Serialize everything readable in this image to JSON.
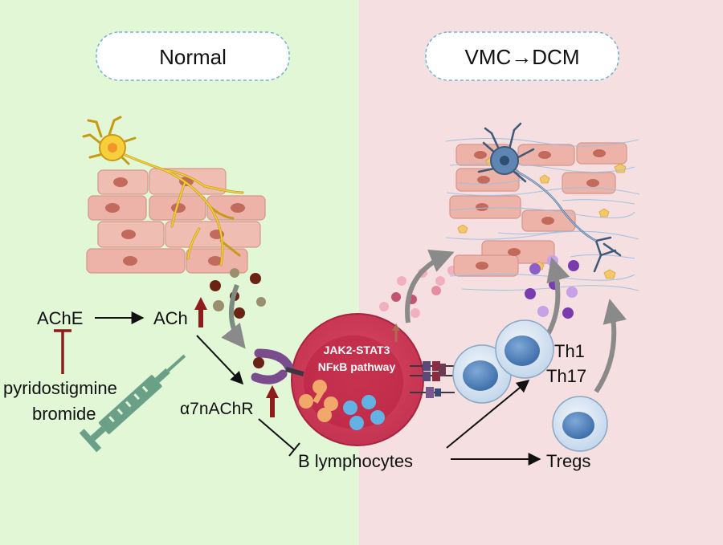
{
  "panels": {
    "left": {
      "title": "Normal",
      "bg": "#e2f7d6"
    },
    "right": {
      "title": "VMC→DCM",
      "bg": "#f6dfe0"
    }
  },
  "labels": {
    "ache": "AChE",
    "ach": "ACh",
    "drug_line1": "pyridostigmine",
    "drug_line2": "bromide",
    "receptor": "α7nAChR",
    "b_cells": "B lymphocytes",
    "pathway_line1": "JAK2-STAT3",
    "pathway_line2": "NFκB pathway",
    "th1": "Th1",
    "th17": "Th17",
    "tregs": "Tregs"
  },
  "icons": [
    "neuron-icon",
    "cardiomyocyte-icon",
    "syringe-icon",
    "b-lymphocyte-icon",
    "t-cell-icon",
    "receptor-icon",
    "up-arrow-icon",
    "inhibition-icon"
  ],
  "colors": {
    "dashed_box": "#6fb3d6",
    "up_arrow": "#8e1c1c",
    "inhibit": "#8e1c1c",
    "cell_red": "#d2445a",
    "ach_dark": "#6b2414",
    "cytokine_pink": "#e39aae",
    "cytokine_purple": "#7a3bb0"
  }
}
